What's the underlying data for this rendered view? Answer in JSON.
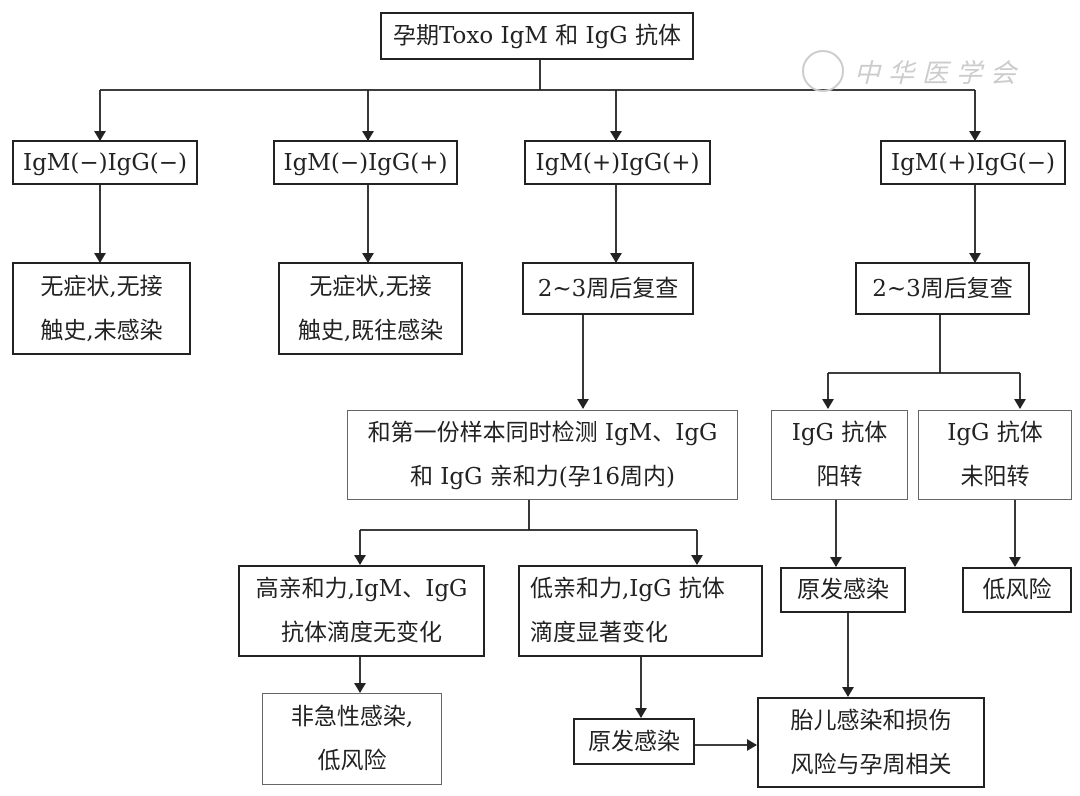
{
  "watermark": "中华医学会",
  "nodes": {
    "root": [
      "孕期Toxo IgM 和 IgG 抗体"
    ],
    "neg_neg": [
      "IgM(−)IgG(−)"
    ],
    "neg_pos": [
      "IgM(−)IgG(+)"
    ],
    "pos_pos": [
      "IgM(+)IgG(+)"
    ],
    "pos_neg": [
      "IgM(+)IgG(−)"
    ],
    "not_infected": [
      "无症状,无接",
      "触史,未感染"
    ],
    "past_infection": [
      "无症状,无接",
      "触史,既往感染"
    ],
    "recheck_1": [
      "2~3周后复查"
    ],
    "recheck_2": [
      "2~3周后复查"
    ],
    "avidity_test": [
      "和第一份样本同时检测 IgM、IgG",
      "和 IgG 亲和力(孕16周内)"
    ],
    "high_avidity": [
      "高亲和力,IgM、IgG",
      "抗体滴度无变化"
    ],
    "low_avidity": [
      "低亲和力,IgG 抗体",
      "滴度显著变化"
    ],
    "non_acute": [
      "非急性感染,",
      "低风险"
    ],
    "primary_1": [
      "原发感染"
    ],
    "igg_seroconvert": [
      "IgG 抗体",
      "阳转"
    ],
    "igg_no_seroconvert": [
      "IgG 抗体",
      "未阳转"
    ],
    "primary_2": [
      "原发感染"
    ],
    "low_risk": [
      "低风险"
    ],
    "fetal_risk": [
      "胎儿感染和损伤",
      "风险与孕周相关"
    ]
  }
}
